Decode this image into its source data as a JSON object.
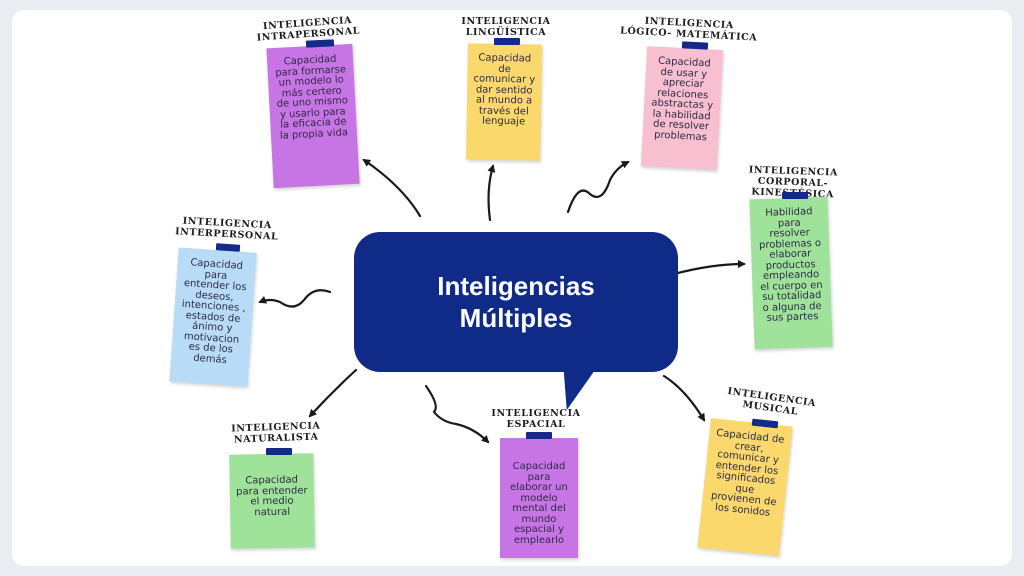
{
  "center": {
    "line1": "Inteligencias",
    "line2": "Múltiples"
  },
  "colors": {
    "center": "#0f2a87",
    "purple": "#c774e5",
    "yellow": "#fbd86c",
    "pink": "#f7bfcf",
    "green": "#9fe39a",
    "blue": "#b8dcf7",
    "tape": "#132a8a"
  },
  "nodes": {
    "intrapersonal": {
      "title1": "INTELIGENCIA",
      "title2": "INTRAPERSONAL",
      "text": "Capacidad para formarse un modelo lo más certero de uno mismo y usarlo para la eficacia de la propia vida"
    },
    "linguistica": {
      "title1": "INTELIGENCIA",
      "title2": "LINGÜÍSTICA",
      "text": "Capacidad de comunicar y dar sentido al mundo a través del lenguaje"
    },
    "logico": {
      "title1": "INTELIGENCIA",
      "title2": "LÓGICO- MATEMÁTICA",
      "text": "Capacidad de usar y apreciar relaciones abstractas y la habilidad de resolver problemas"
    },
    "corporal": {
      "title1": "INTELIGENCIA",
      "title2": "CORPORAL- KINESTÉSICA",
      "text": "Habilidad para resolver problemas o elaborar productos empleando el cuerpo en su totalidad o alguna de sus partes"
    },
    "interpersonal": {
      "title1": "INTELIGENCIA",
      "title2": "INTERPERSONAL",
      "text": "Capacidad para entender los deseos, intenciones , estados de ánimo y motivacion es de los demás"
    },
    "naturalista": {
      "title1": "INTELIGENCIA",
      "title2": "NATURALISTA",
      "text": "Capacidad para entender el medio natural"
    },
    "espacial": {
      "title1": "INTELIGENCIA",
      "title2": "ESPACIAL",
      "text": "Capacidad para elaborar un modelo mental del mundo espacial y emplearlo"
    },
    "musical": {
      "title1": "INTELIGENCIA",
      "title2": "MUSICAL",
      "text": "Capacidad de crear, comunicar y entender los significados que provienen de los sonidos"
    }
  }
}
